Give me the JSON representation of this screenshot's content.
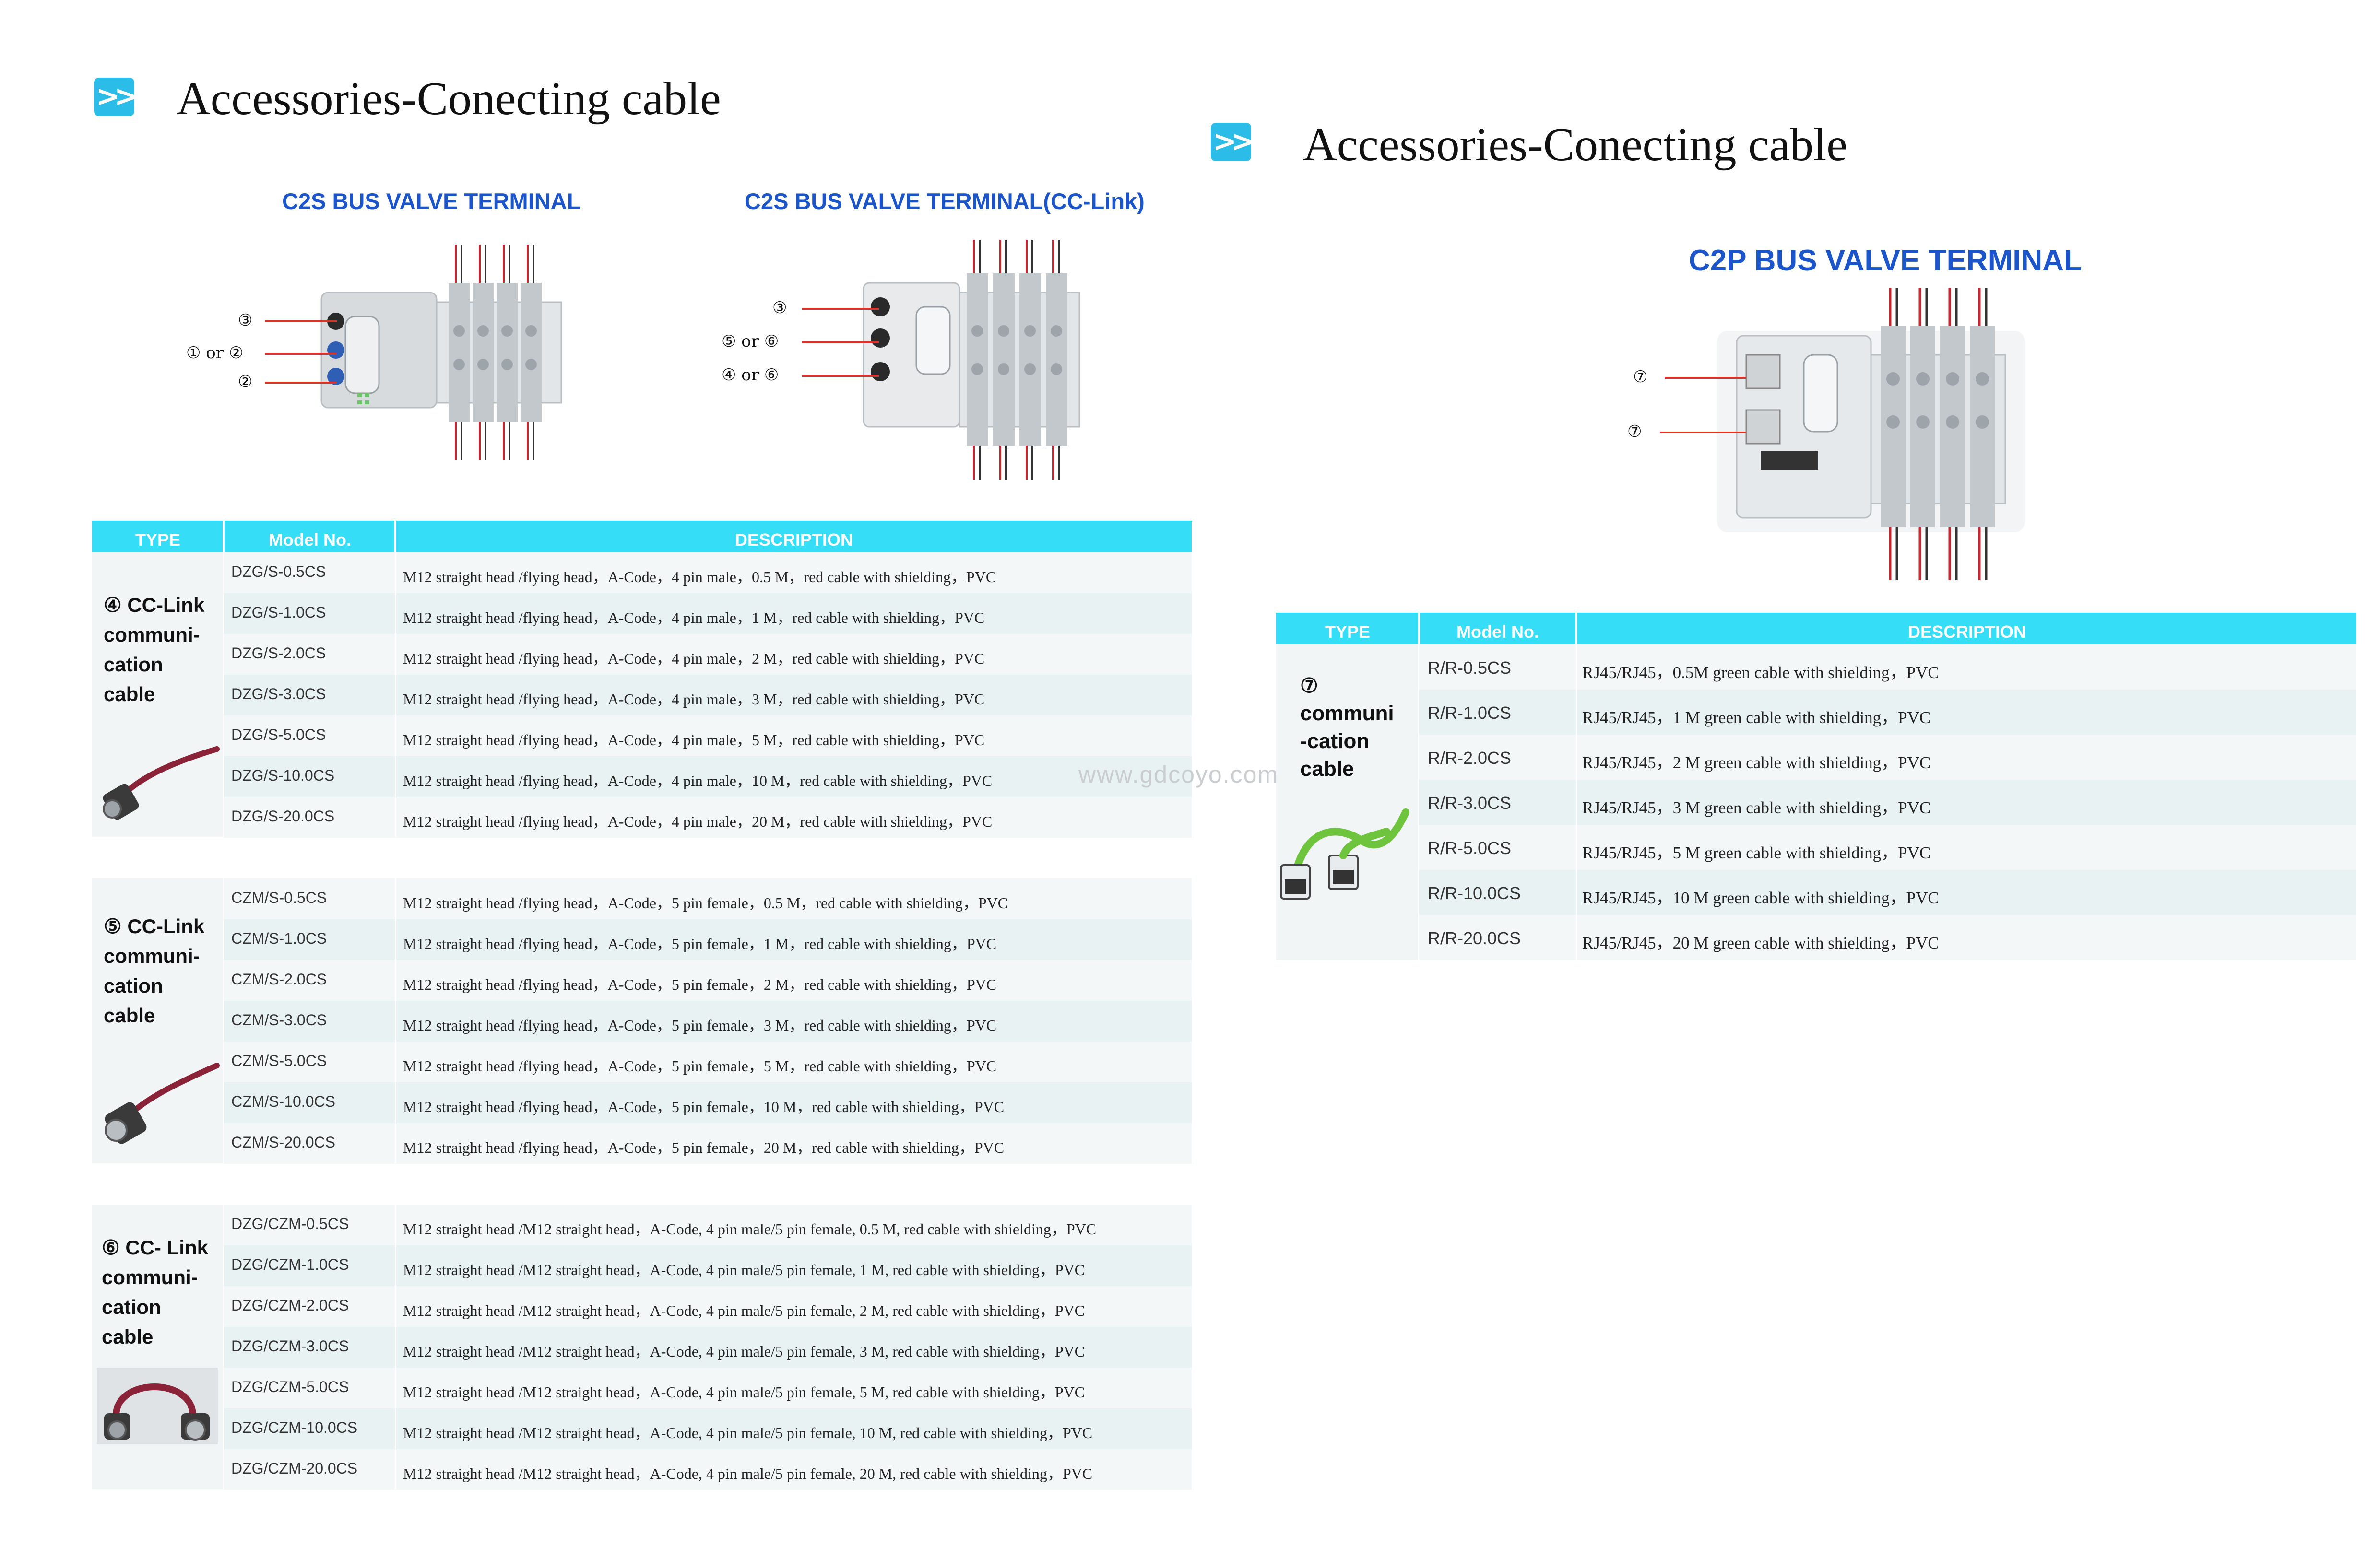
{
  "left": {
    "title": "Accessories-Conecting cable",
    "subtitle_1": "C2S BUS VALVE TERMINAL",
    "subtitle_2": "C2S BUS VALVE TERMINAL(CC-Link)",
    "callouts_1": [
      "③",
      "① or ②",
      "②"
    ],
    "callouts_2": [
      "③",
      "⑤ or ⑥",
      "④ or ⑥"
    ],
    "headers": {
      "type": "TYPE",
      "model": "Model No.",
      "description": "DESCRIPTION"
    },
    "groups": [
      {
        "type_lines": [
          "④ CC-Link",
          "communi-",
          "cation",
          "cable"
        ],
        "rows": [
          {
            "model": "DZG/S-0.5CS",
            "desc": "M12 straight head /flying head，A-Code，4 pin male，0.5 M，red cable with shielding，PVC"
          },
          {
            "model": "DZG/S-1.0CS",
            "desc": "M12 straight head /flying head，A-Code，4 pin male，1 M，red cable with shielding，PVC"
          },
          {
            "model": "DZG/S-2.0CS",
            "desc": "M12 straight head /flying head，A-Code，4 pin male，2 M，red cable with shielding，PVC"
          },
          {
            "model": "DZG/S-3.0CS",
            "desc": "M12 straight head /flying head，A-Code，4 pin male，3 M，red cable with shielding，PVC"
          },
          {
            "model": "DZG/S-5.0CS",
            "desc": "M12 straight head /flying head，A-Code，4 pin male，5 M，red cable with shielding，PVC"
          },
          {
            "model": "DZG/S-10.0CS",
            "desc": "M12 straight head /flying head，A-Code，4 pin male，10 M，red cable with shielding，PVC"
          },
          {
            "model": "DZG/S-20.0CS",
            "desc": "M12 straight head /flying head，A-Code，4 pin male，20 M，red cable with shielding，PVC"
          }
        ]
      },
      {
        "type_lines": [
          "⑤ CC-Link",
          "communi-",
          "cation",
          "cable"
        ],
        "rows": [
          {
            "model": "CZM/S-0.5CS",
            "desc": "M12 straight head /flying head，A-Code，5 pin female，0.5 M，red cable with shielding，PVC"
          },
          {
            "model": "CZM/S-1.0CS",
            "desc": "M12 straight head /flying head，A-Code，5 pin female，1 M，red cable with shielding，PVC"
          },
          {
            "model": "CZM/S-2.0CS",
            "desc": "M12 straight head /flying head，A-Code，5 pin female，2 M，red cable with shielding，PVC"
          },
          {
            "model": "CZM/S-3.0CS",
            "desc": "M12 straight head /flying head，A-Code，5 pin female，3 M，red cable with shielding，PVC"
          },
          {
            "model": "CZM/S-5.0CS",
            "desc": "M12 straight head /flying head，A-Code，5 pin female，5 M，red cable with shielding，PVC"
          },
          {
            "model": "CZM/S-10.0CS",
            "desc": "M12 straight head /flying head，A-Code，5 pin female，10 M，red cable with shielding，PVC"
          },
          {
            "model": "CZM/S-20.0CS",
            "desc": "M12 straight head /flying head，A-Code，5 pin female，20 M，red cable with shielding，PVC"
          }
        ]
      },
      {
        "type_lines": [
          "⑥ CC- Link",
          "communi-",
          "cation",
          "cable"
        ],
        "rows": [
          {
            "model": "DZG/CZM-0.5CS",
            "desc": "M12 straight head /M12 straight head，A-Code, 4 pin male/5 pin female, 0.5 M, red cable with shielding，PVC"
          },
          {
            "model": "DZG/CZM-1.0CS",
            "desc": "M12 straight head /M12 straight head，A-Code, 4 pin male/5 pin female, 1 M, red cable with shielding，PVC"
          },
          {
            "model": "DZG/CZM-2.0CS",
            "desc": "M12 straight head /M12 straight head，A-Code, 4 pin male/5 pin female, 2 M, red cable with shielding，PVC"
          },
          {
            "model": "DZG/CZM-3.0CS",
            "desc": "M12 straight head /M12 straight head，A-Code, 4 pin male/5 pin female, 3 M, red cable with shielding，PVC"
          },
          {
            "model": "DZG/CZM-5.0CS",
            "desc": "M12 straight head /M12 straight head，A-Code, 4 pin male/5 pin female, 5 M, red cable with shielding，PVC"
          },
          {
            "model": "DZG/CZM-10.0CS",
            "desc": "M12 straight head /M12 straight head，A-Code, 4 pin male/5 pin female, 10 M, red cable with shielding，PVC"
          },
          {
            "model": "DZG/CZM-20.0CS",
            "desc": "M12 straight head /M12 straight head，A-Code, 4 pin male/5 pin female, 20 M, red cable with shielding，PVC"
          }
        ]
      }
    ]
  },
  "right": {
    "title": "Accessories-Conecting cable",
    "subtitle": "C2P BUS VALVE TERMINAL",
    "callouts": [
      "⑦",
      "⑦"
    ],
    "headers": {
      "type": "TYPE",
      "model": "Model No.",
      "description": "DESCRIPTION"
    },
    "group": {
      "type_lines": [
        "⑦",
        "communi",
        "-cation",
        "cable"
      ],
      "rows": [
        {
          "model": "R/R-0.5CS",
          "desc": "RJ45/RJ45，0.5M green cable with shielding，PVC"
        },
        {
          "model": "R/R-1.0CS",
          "desc": "RJ45/RJ45，1 M green cable with shielding，PVC"
        },
        {
          "model": "R/R-2.0CS",
          "desc": "RJ45/RJ45，2 M green cable with shielding，PVC"
        },
        {
          "model": "R/R-3.0CS",
          "desc": "RJ45/RJ45，3 M green cable with shielding，PVC"
        },
        {
          "model": "R/R-5.0CS",
          "desc": "RJ45/RJ45，5 M green cable with shielding，PVC"
        },
        {
          "model": "R/R-10.0CS",
          "desc": "RJ45/RJ45，10 M green cable with shielding，PVC"
        },
        {
          "model": "R/R-20.0CS",
          "desc": "RJ45/RJ45，20 M green cable with shielding，PVC"
        }
      ]
    }
  },
  "watermark": "www.gdcoyo.com",
  "colors": {
    "header": "#35ddf6",
    "accent": "#2bbde8",
    "subtitle": "#1b55c9",
    "callout_line": "#d9342b",
    "cable_red": "#8a2238",
    "cable_green": "#6ec43c"
  }
}
